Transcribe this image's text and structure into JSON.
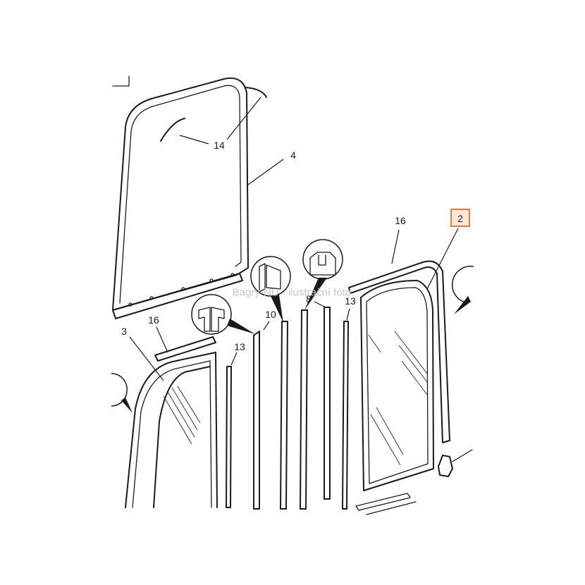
{
  "watermark": "Bagry-NU - ilustrační foto",
  "callouts": {
    "c14": "14",
    "c4": "4",
    "c16_right": "16",
    "c2": "2",
    "c10": "10",
    "c8": "8",
    "c13_right": "13",
    "c16_left": "16",
    "c3": "3",
    "c13_left": "13"
  },
  "colors": {
    "line": "#1a1a1a",
    "highlight_border": "#e07c3e",
    "highlight_fill": "#fde7d6",
    "watermark": "#c8c8c8"
  }
}
